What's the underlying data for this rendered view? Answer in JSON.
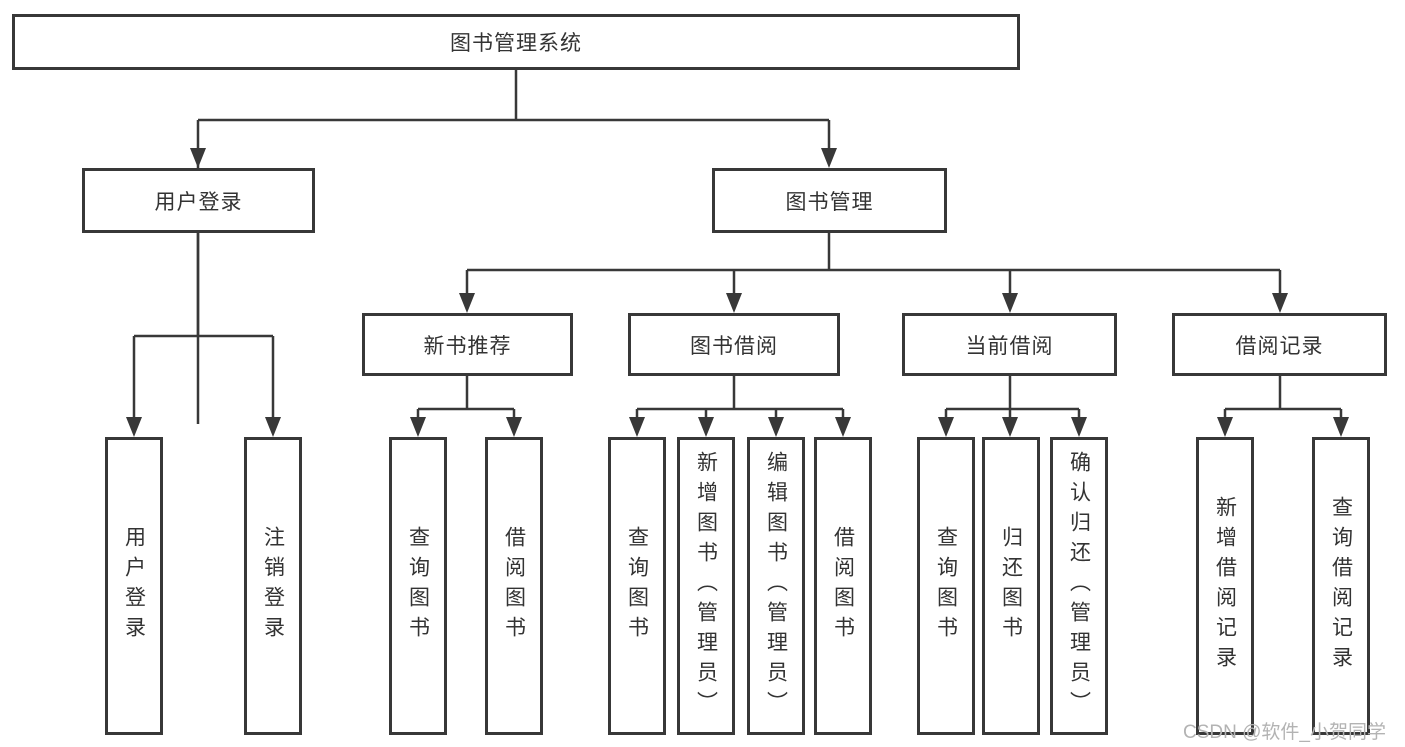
{
  "colors": {
    "line": "#383838",
    "text": "#333333",
    "box_background": "#ffffff",
    "watermark": "#b3b3b3",
    "background": "#ffffff"
  },
  "watermark": {
    "text": "CSDN @软件_小贺同学"
  },
  "tree": {
    "root": {
      "label": "图书管理系统",
      "children": [
        {
          "label": "用户登录",
          "children": [
            {
              "label": "用户登录"
            },
            {
              "label": "注销登录"
            }
          ]
        },
        {
          "label": "图书管理",
          "children": [
            {
              "label": "新书推荐",
              "children": [
                {
                  "label": "查询图书"
                },
                {
                  "label": "借阅图书"
                }
              ]
            },
            {
              "label": "图书借阅",
              "children": [
                {
                  "label": "查询图书"
                },
                {
                  "label": "新增图书（管理员）"
                },
                {
                  "label": "编辑图书（管理员）"
                },
                {
                  "label": "借阅图书"
                }
              ]
            },
            {
              "label": "当前借阅",
              "children": [
                {
                  "label": "查询图书"
                },
                {
                  "label": "归还图书"
                },
                {
                  "label": "确认归还（管理员）"
                }
              ]
            },
            {
              "label": "借阅记录",
              "children": [
                {
                  "label": "新增借阅记录"
                },
                {
                  "label": "查询借阅记录"
                }
              ]
            }
          ]
        }
      ]
    }
  }
}
